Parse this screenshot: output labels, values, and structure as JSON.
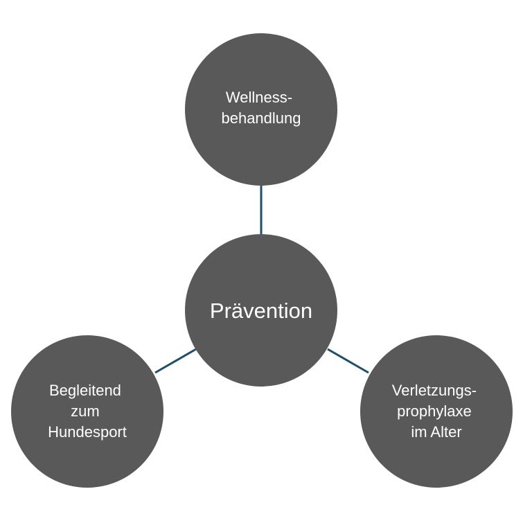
{
  "diagram": {
    "center": {
      "label": "Prävention"
    },
    "nodes": {
      "top": {
        "line1": "Wellness-",
        "line2": "behandlung"
      },
      "left": {
        "line1": "Begleitend",
        "line2": "zum",
        "line3": "Hundesport"
      },
      "right": {
        "line1": "Verletzungs-",
        "line2": "prophylaxe",
        "line3": "im Alter"
      }
    },
    "colors": {
      "node_fill": "#595959",
      "connector": "#1f4e68",
      "text": "#ffffff"
    }
  }
}
